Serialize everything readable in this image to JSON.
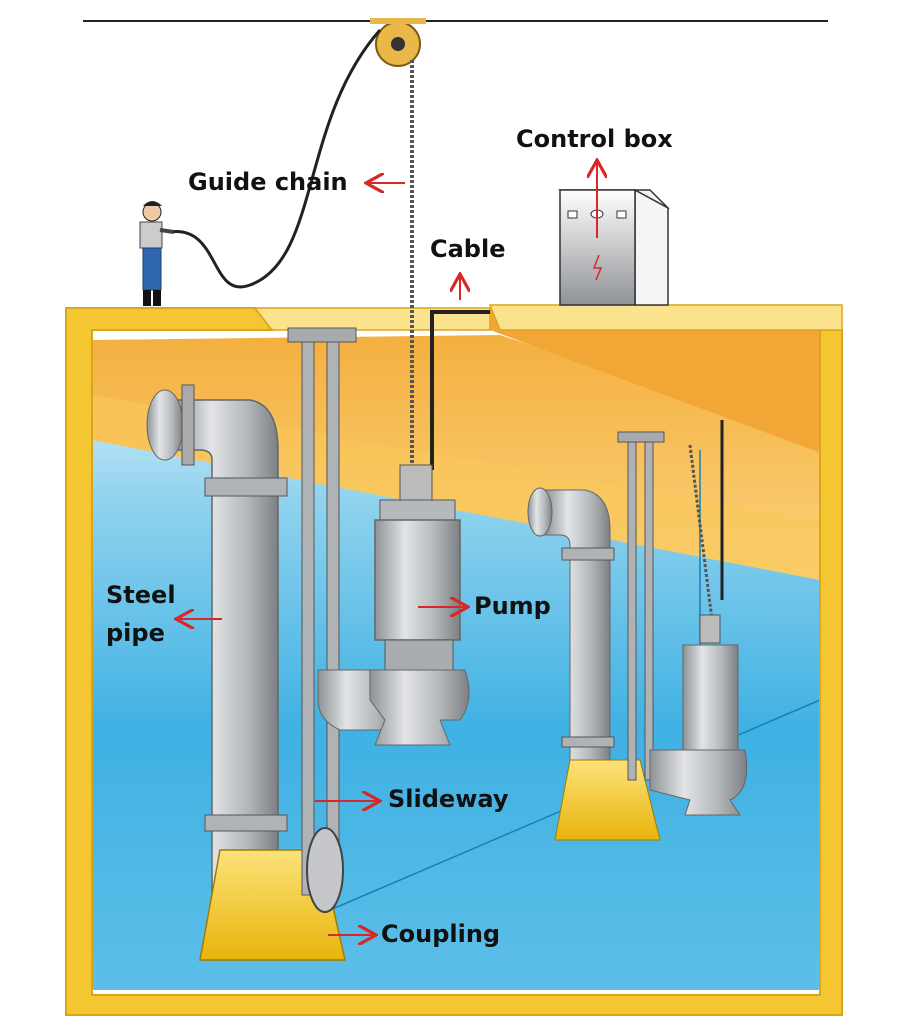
{
  "title": "Submersible sewage pump installation with guide rail coupling",
  "labels": {
    "control_box": "Control box",
    "guide_chain": "Guide chain",
    "cable": "Cable",
    "steel_pipe_line1": "Steel",
    "steel_pipe_line2": "pipe",
    "pump": "Pump",
    "slideway": "Slideway",
    "coupling": "Coupling"
  },
  "colors": {
    "arrow": "#d62828",
    "pit_frame": "#f2c230",
    "ceiling": "#f0a830",
    "water_top": "#bfe6f6",
    "water_bottom": "#2aa6df",
    "metal": "#b9bcc0",
    "coupling_base": "#f2c10f"
  }
}
